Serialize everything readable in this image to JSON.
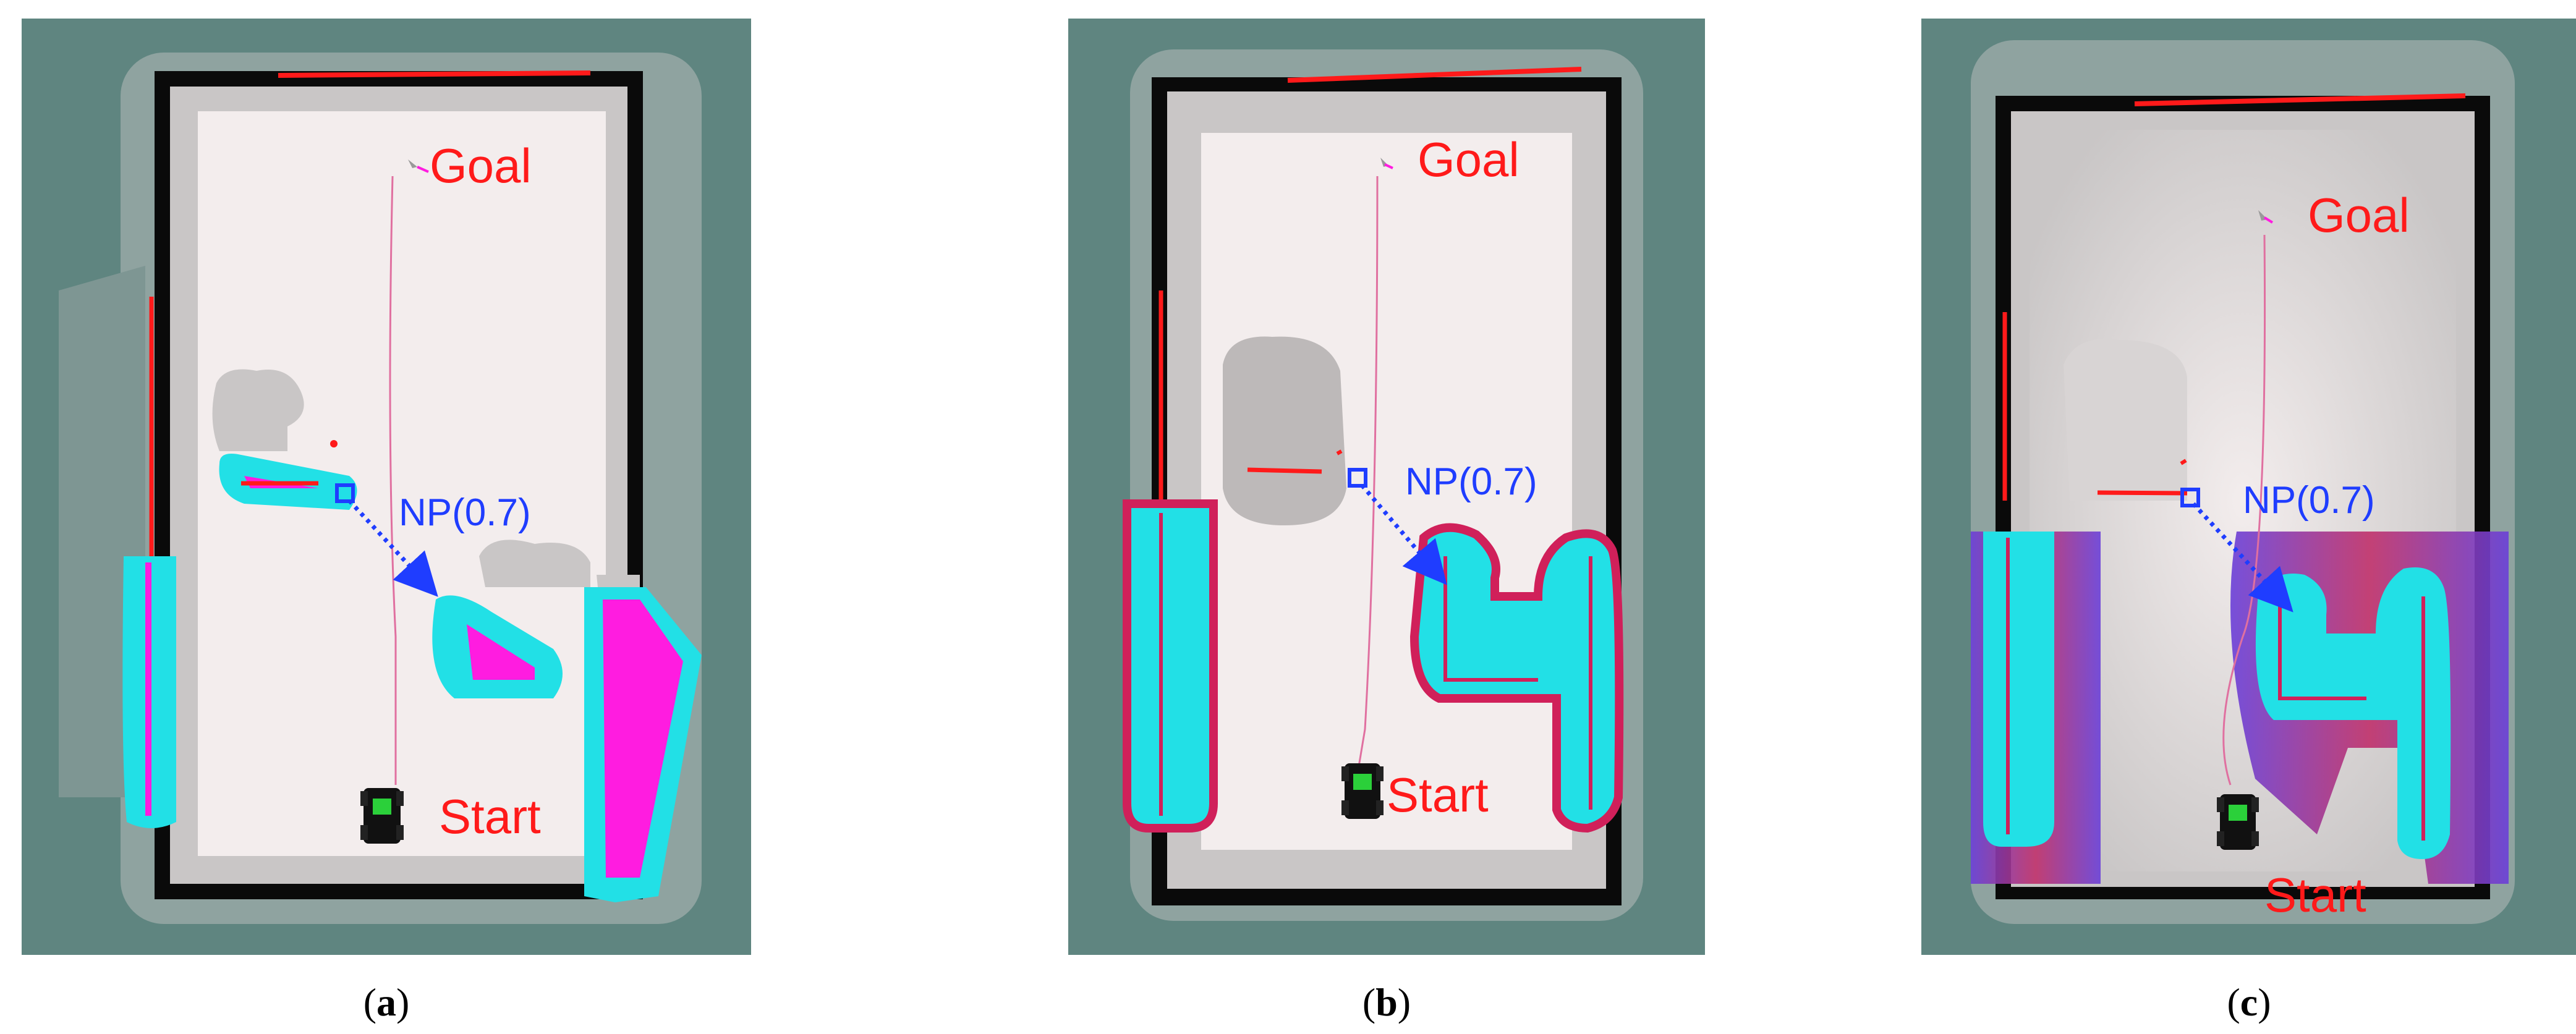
{
  "colors": {
    "background_unknown": "#5f8580",
    "free_space": "#f3eded",
    "inflation_grey": "#c9c6c6",
    "wall_black": "#0a0a0a",
    "laser_red": "#ff1a1a",
    "obstacle_cyan": "#22e0e6",
    "obstacle_magenta": "#ff1ce0",
    "inflation_crimson": "#d0205a",
    "inflation_purple": "#6a3fd8",
    "label_red": "#ff1a1a",
    "label_blue": "#1f3dff",
    "path_pink": "#e070a0"
  },
  "panels": [
    {
      "id": "a",
      "caption": {
        "open": "(",
        "letter": "a",
        "close": ")"
      },
      "labels": {
        "goal": "Goal",
        "start": "Start",
        "np": "NP(0.7)"
      },
      "icons": [
        "robot-car-icon",
        "goal-arrow-icon",
        "np-dotted-arrow-icon"
      ]
    },
    {
      "id": "b",
      "caption": {
        "open": "(",
        "letter": "b",
        "close": ")"
      },
      "labels": {
        "goal": "Goal",
        "start": "Start",
        "np": "NP(0.7)"
      },
      "icons": [
        "robot-car-icon",
        "goal-arrow-icon",
        "np-dotted-arrow-icon"
      ]
    },
    {
      "id": "c",
      "caption": {
        "open": "(",
        "letter": "c",
        "close": ")"
      },
      "labels": {
        "goal": "Goal",
        "start": "Start",
        "np": "NP(0.7)"
      },
      "icons": [
        "robot-car-icon",
        "goal-arrow-icon",
        "np-dotted-arrow-icon"
      ]
    }
  ]
}
